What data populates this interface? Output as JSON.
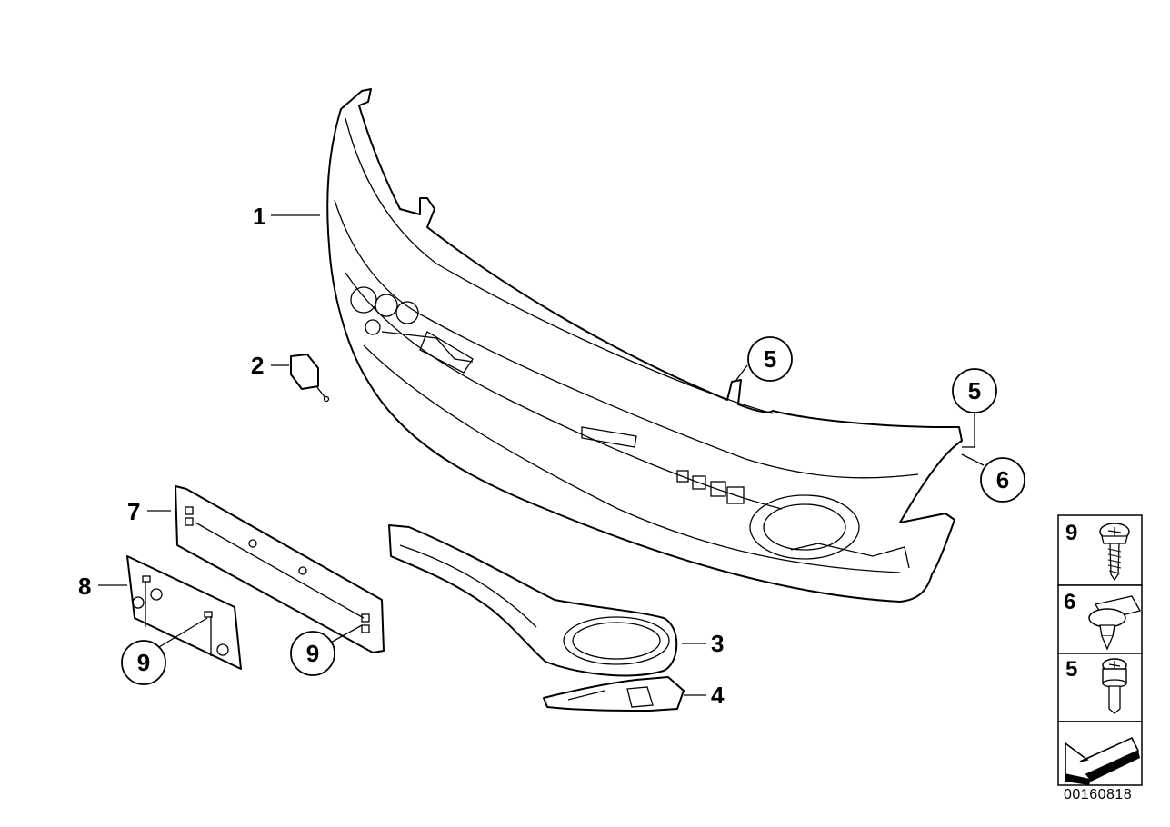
{
  "callouts": {
    "c1": "1",
    "c2": "2",
    "c3": "3",
    "c4": "4",
    "c5a": "5",
    "c5b": "5",
    "c6": "6",
    "c7": "7",
    "c8": "8",
    "c9a": "9",
    "c9b": "9"
  },
  "legend": {
    "items": [
      "9",
      "6",
      "5"
    ],
    "arrow_icon": "direction-arrow-icon"
  },
  "diagram_id": "00160818"
}
